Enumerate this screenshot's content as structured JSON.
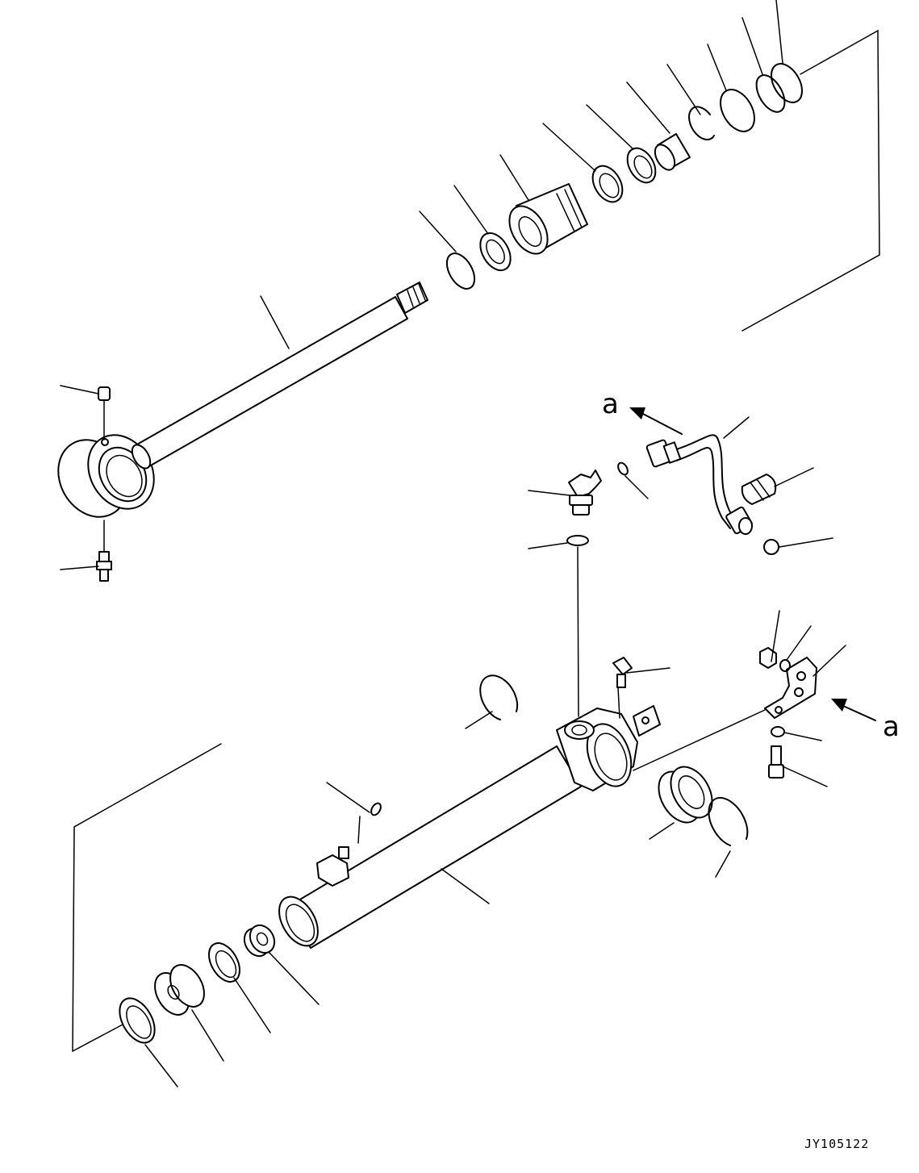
{
  "diagram": {
    "drawing_code": "JY105122",
    "arrow_labels": [
      "a",
      "a"
    ]
  },
  "colors": {
    "line": "#000000",
    "background": "#ffffff"
  }
}
